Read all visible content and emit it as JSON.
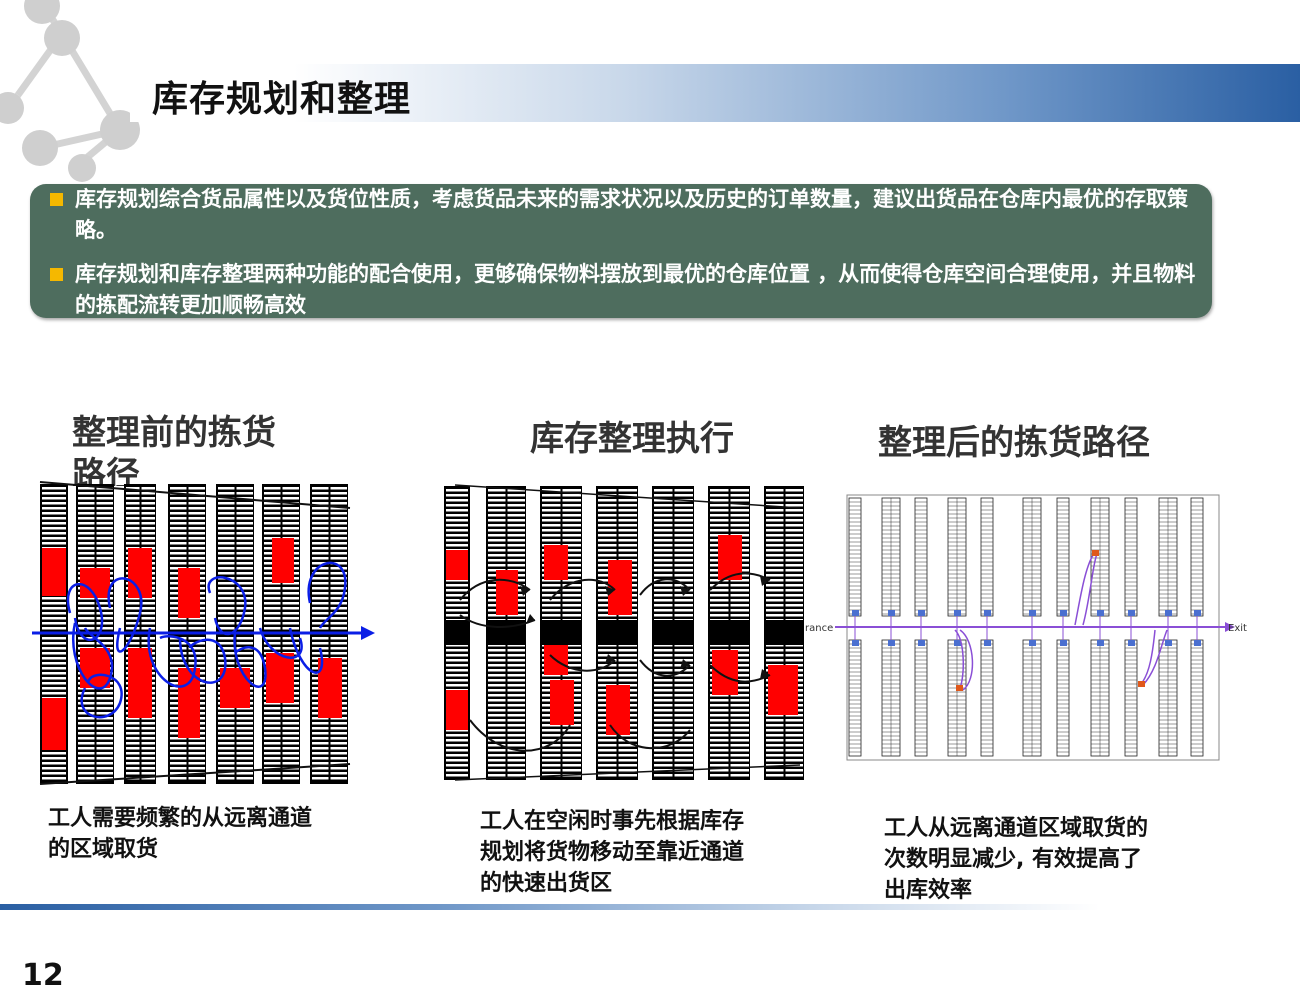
{
  "title": "库存规划和整理",
  "bullets": [
    "库存规划综合货品属性以及货位性质，考虑货品未来的需求状况以及历史的订单数量，建议出货品在仓库内最优的存取策略。",
    "库存规划和库存整理两种功能的配合使用，更够确保物料摆放到最优的仓库位置 ，从而使得仓库空间合理使用，并且物料的拣配流转更加顺畅高效"
  ],
  "panels": {
    "before": {
      "title": "整理前的拣货路径",
      "caption": "工人需要频繁的从远离通道的区域取货"
    },
    "exec": {
      "title": "库存整理执行",
      "caption": "工人在空闲时事先根据库存规划将货物移动至靠近通道的快速出货区"
    },
    "after": {
      "title": "整理后的拣货路径",
      "caption": "工人从远离通道区域取货的次数明显减少, 有效提高了出库效率",
      "entrance_label": "rance",
      "exit_label": "Exit"
    }
  },
  "page_number": "12",
  "colors": {
    "title_bar_end": "#2a5fa3",
    "bullet_box": "#4e6d5e",
    "bullet_marker": "#f5b800",
    "stock_red": "#ff0000",
    "path_blue": "#0a1ee6",
    "route_purple": "#8a4fd6",
    "slot_blue": "#4a6fd0",
    "pick_orange": "#e0581a"
  }
}
